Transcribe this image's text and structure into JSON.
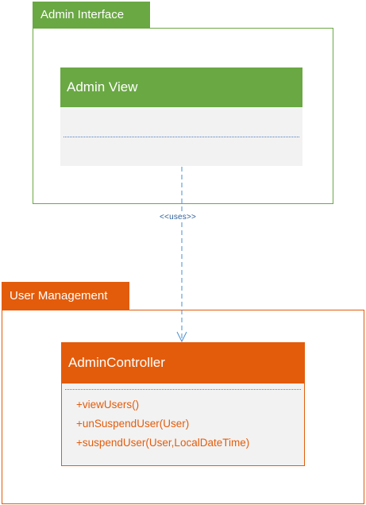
{
  "packages": {
    "admin_interface": {
      "label": "Admin Interface",
      "color": "#6aa843"
    },
    "user_management": {
      "label": "User Management",
      "color": "#e35c0b"
    }
  },
  "classes": {
    "admin_view": {
      "name": "Admin View",
      "operations": []
    },
    "admin_controller": {
      "name": "AdminController",
      "operations": [
        "+viewUsers()",
        "+unSuspendUser(User)",
        "+suspendUser(User,LocalDateTime)"
      ]
    }
  },
  "dependency": {
    "label": "<<uses>>",
    "from": "Admin View",
    "to": "AdminController",
    "color": "#4a8fd0"
  }
}
